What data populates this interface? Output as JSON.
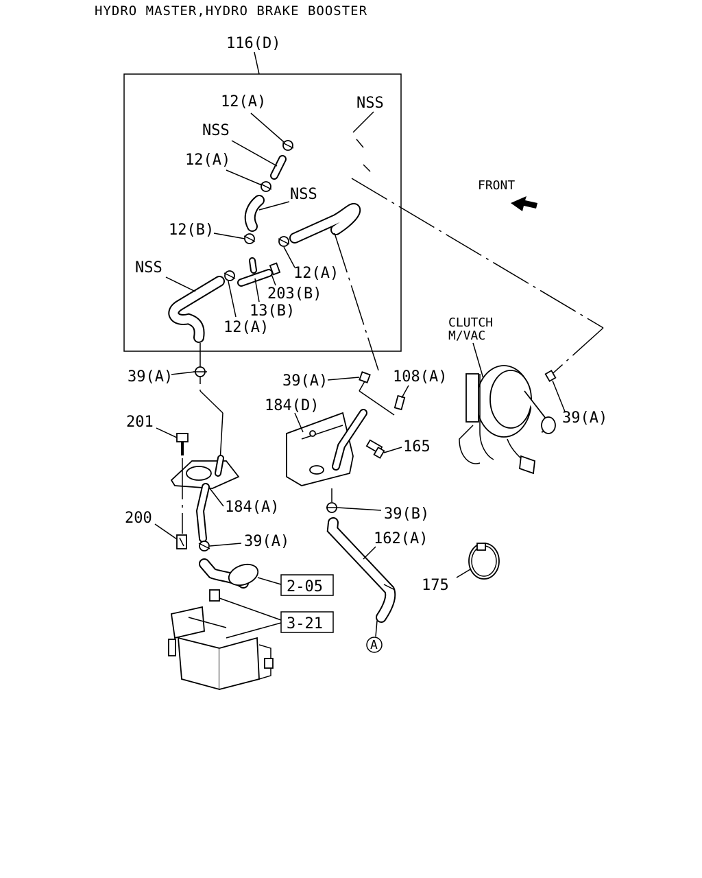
{
  "title": "HYDRO MASTER,HYDRO BRAKE BOOSTER",
  "orientation": "FRONT",
  "assembly_label": "CLUTCH\nM/VAC",
  "assembly_lines": [
    "CLUTCH",
    "M/VAC"
  ],
  "callouts": {
    "c116D": "116(D)",
    "c12A_1": "12(A)",
    "nss_1": "NSS",
    "nss_2": "NSS",
    "c12A_2": "12(A)",
    "nss_3": "NSS",
    "c12B": "12(B)",
    "c12A_3": "12(A)",
    "nss_4": "NSS",
    "c203B": "203(B)",
    "c13B": "13(B)",
    "c12A_4": "12(A)",
    "c39A_1": "39(A)",
    "c39A_2": "39(A)",
    "c108A": "108(A)",
    "c184D": "184(D)",
    "c201": "201",
    "c165": "165",
    "c39A_3": "39(A)",
    "c184A": "184(A)",
    "c200": "200",
    "c39B": "39(B)",
    "c39A_4": "39(A)",
    "c162A": "162(A)",
    "c175": "175",
    "ref205": "2-05",
    "ref321": "3-21",
    "circleA": "A"
  }
}
